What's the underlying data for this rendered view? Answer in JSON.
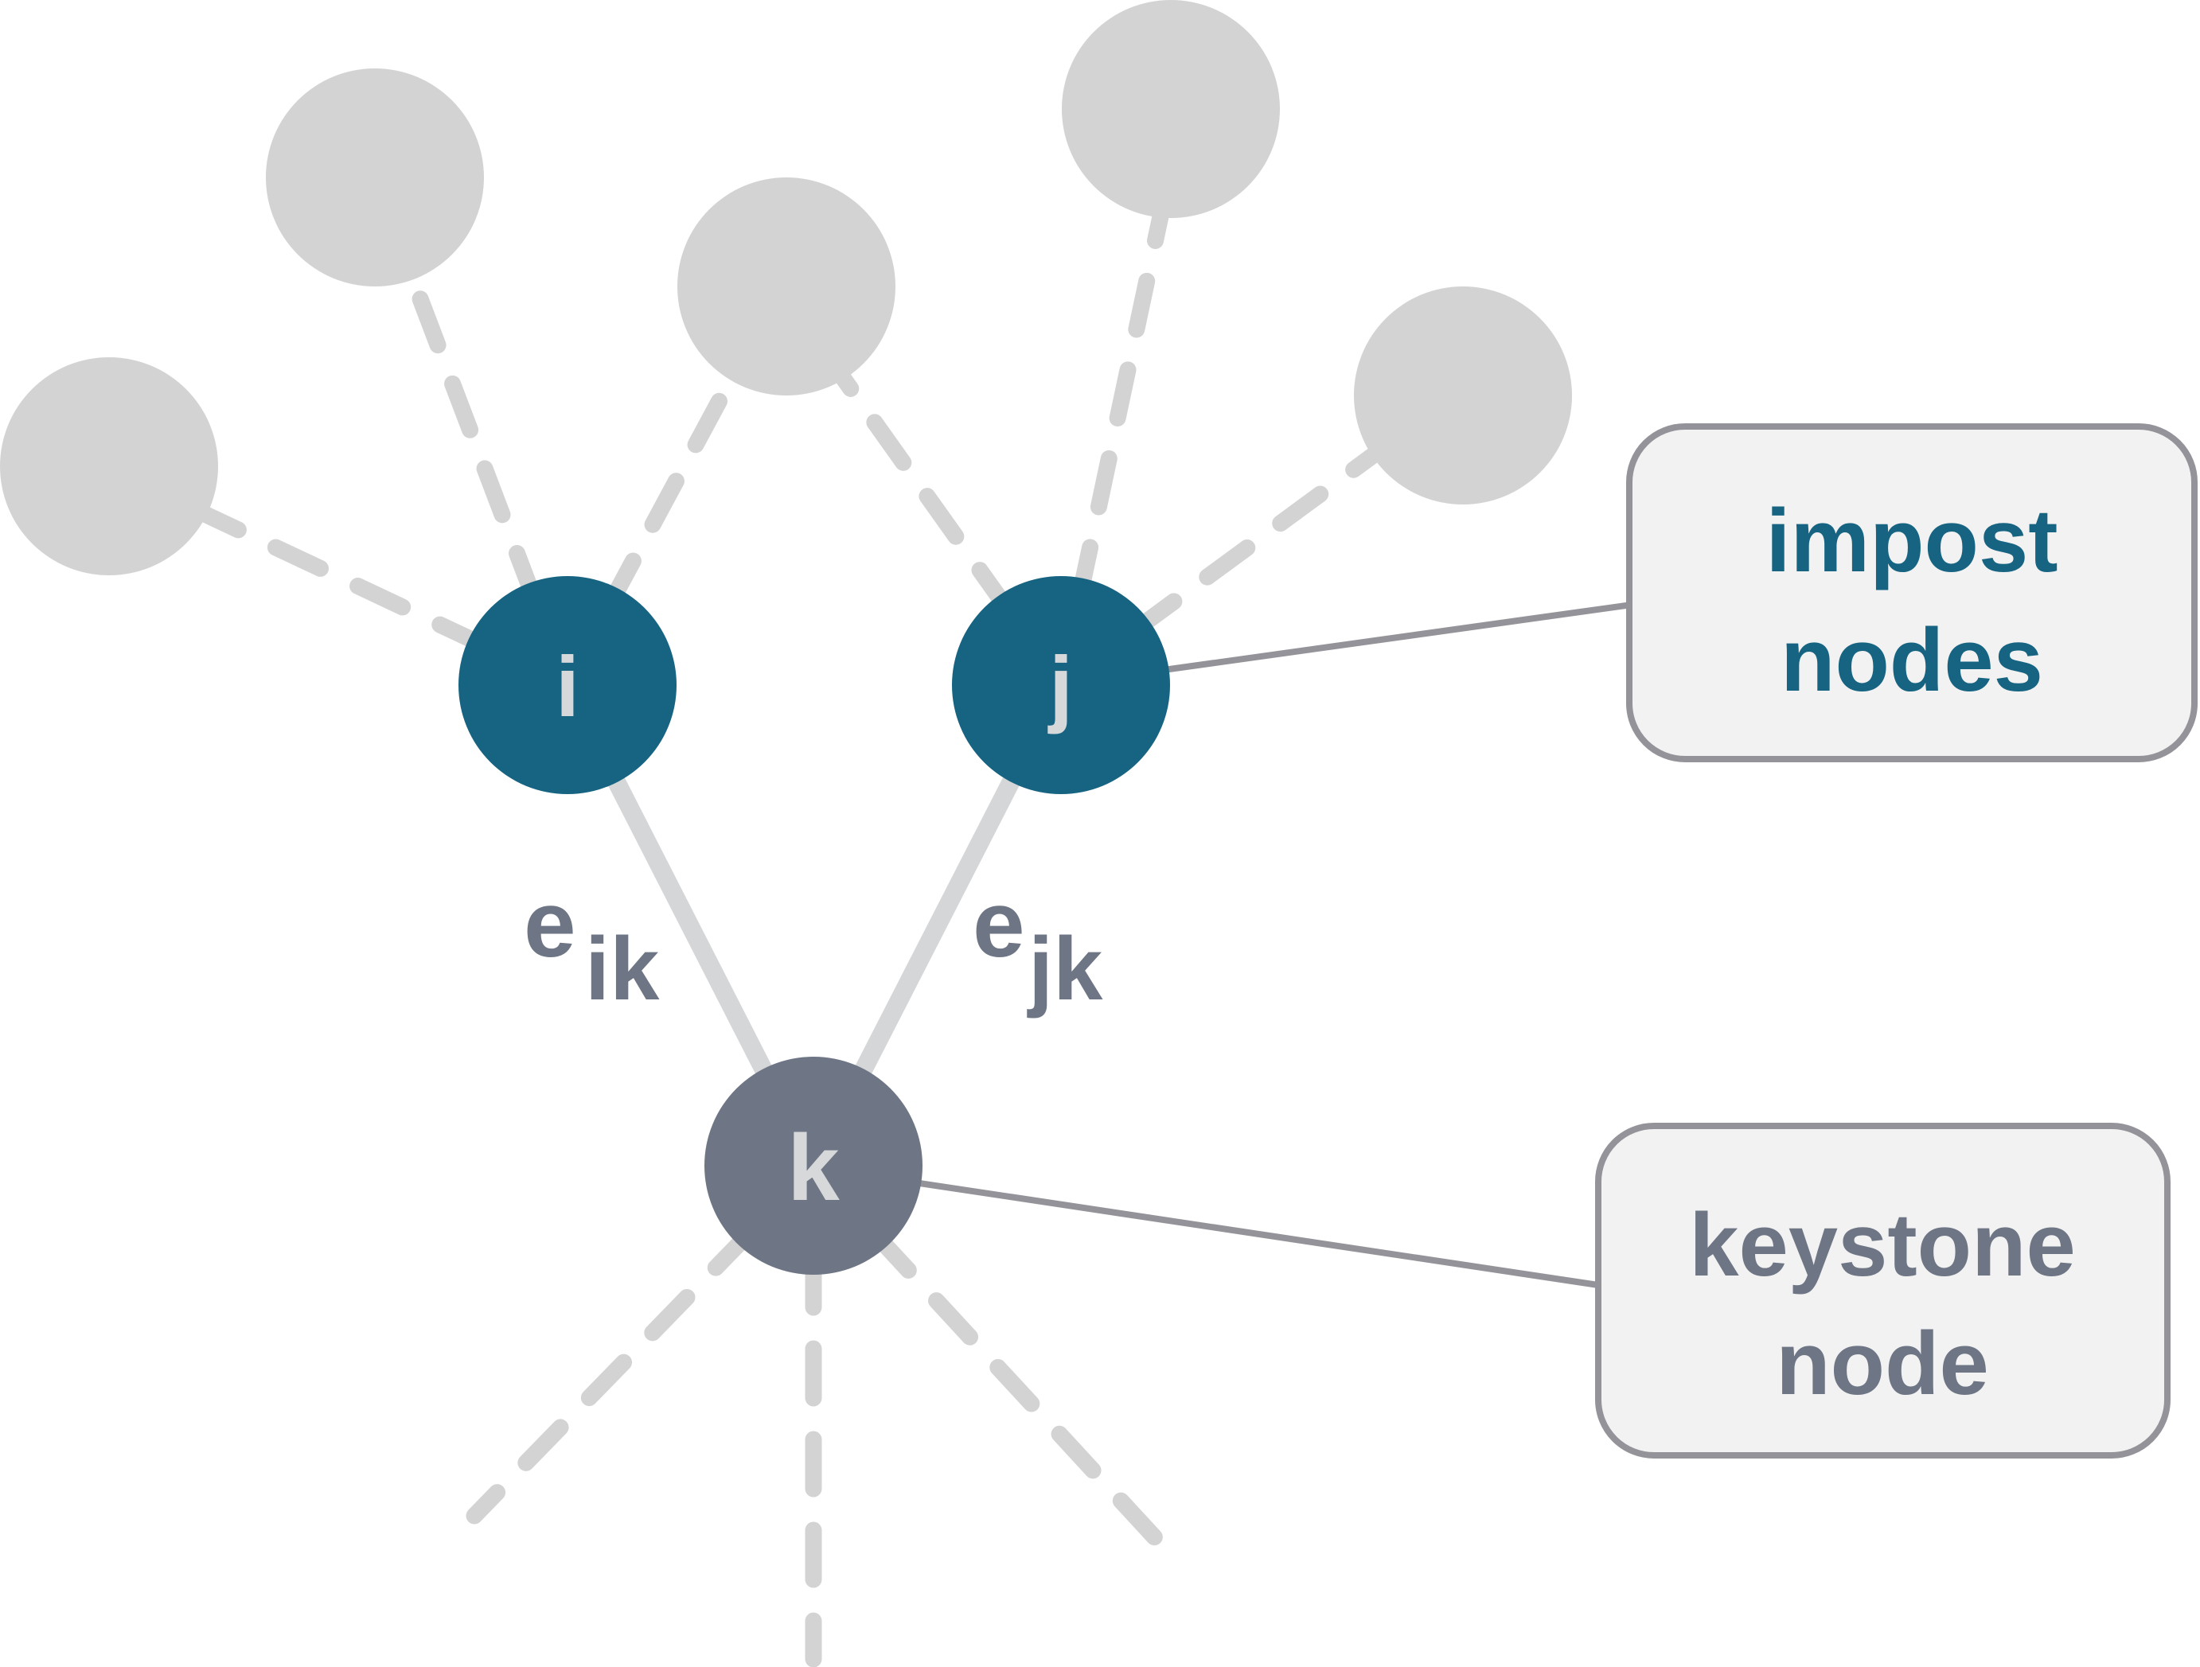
{
  "colors": {
    "impost": "#176482",
    "keystone": "#6e7584",
    "neighbor": "#d3d3d3",
    "edge": "#d5d6d8",
    "leader": "#939399",
    "box_fill": "#f2f2f2",
    "box_border": "#939399",
    "label_on_node": "#d7d8da",
    "edge_label": "#6e7584"
  },
  "nodes": {
    "i": {
      "label": "i"
    },
    "j": {
      "label": "j"
    },
    "k": {
      "label": "k"
    }
  },
  "edges": {
    "ik": {
      "base": "e",
      "sub": "ik"
    },
    "jk": {
      "base": "e",
      "sub": "jk"
    }
  },
  "callouts": {
    "impost": {
      "line1": "impost",
      "line2": "nodes"
    },
    "keystone": {
      "line1": "keystone",
      "line2": "node"
    }
  }
}
